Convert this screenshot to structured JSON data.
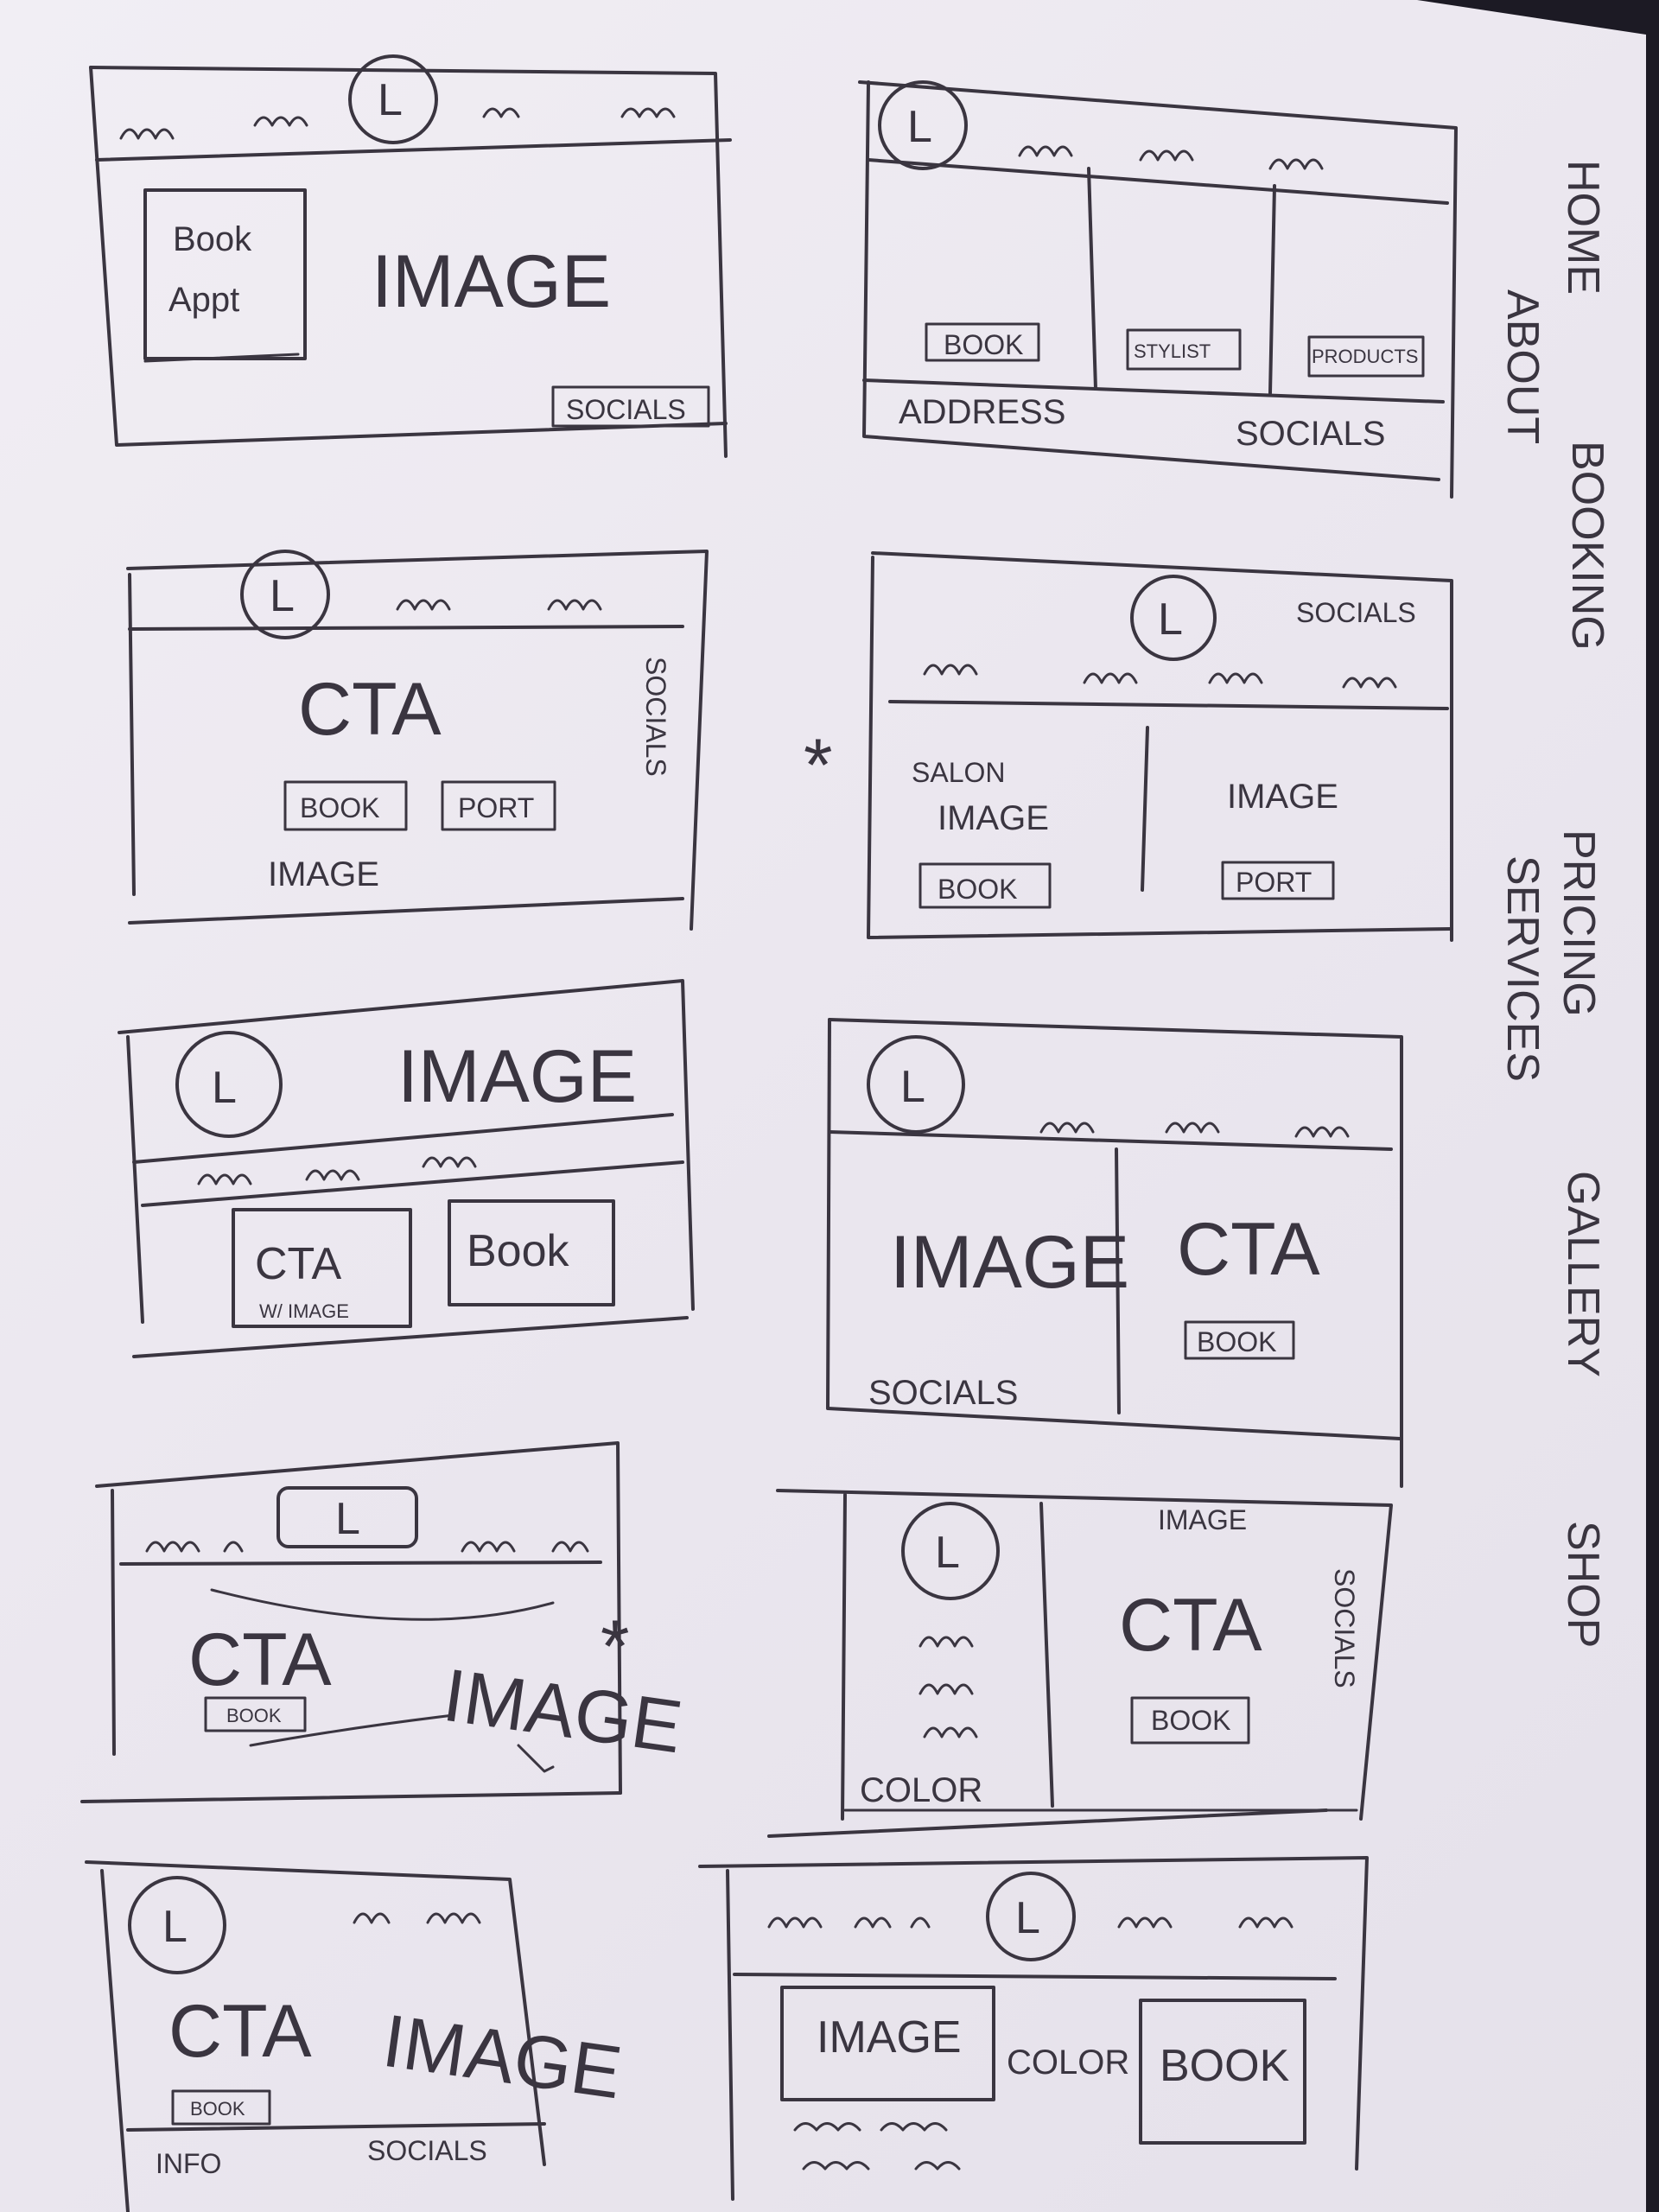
{
  "sketches": [
    {
      "logo": "L",
      "book_appt_line1": "Book",
      "book_appt_line2": "Appt",
      "image": "IMAGE",
      "socials": "SOCIALS"
    },
    {
      "logo": "L",
      "book": "BOOK",
      "stylist": "STYLIST",
      "products": "PRODUCTS",
      "address": "ADDRESS",
      "socials": "SOCIALS"
    },
    {
      "logo": "L",
      "cta": "CTA",
      "book": "BOOK",
      "port": "PORT",
      "image": "IMAGE",
      "socials": "SOCIALS"
    },
    {
      "logo": "L",
      "socials": "SOCIALS",
      "salon_image_line1": "SALON",
      "salon_image_line2": "IMAGE",
      "image": "IMAGE",
      "book": "BOOK",
      "port": "PORT",
      "star": "*"
    },
    {
      "logo": "L",
      "image": "IMAGE",
      "cta": "CTA",
      "cta_sub": "W/ IMAGE",
      "book": "Book"
    },
    {
      "logo": "L",
      "image": "IMAGE",
      "cta": "CTA",
      "book": "BOOK",
      "socials": "SOCIALS"
    },
    {
      "logo": "L",
      "cta": "CTA",
      "book": "BOOK",
      "image": "IMAGE",
      "star": "*"
    },
    {
      "logo": "L",
      "color": "COLOR",
      "image": "IMAGE",
      "cta": "CTA",
      "book": "BOOK",
      "socials": "SOCIALS"
    },
    {
      "logo": "L",
      "cta": "CTA",
      "image": "IMAGE",
      "book": "BOOK",
      "info": "INFO",
      "socials": "SOCIALS"
    },
    {
      "logo": "L",
      "image": "IMAGE",
      "color": "COLOR",
      "book": "BOOK"
    }
  ],
  "page_list": [
    "HOME",
    "ABOUT",
    "BOOKING",
    "PRICING",
    "SERVICES",
    "GALLERY",
    "SHOP"
  ]
}
